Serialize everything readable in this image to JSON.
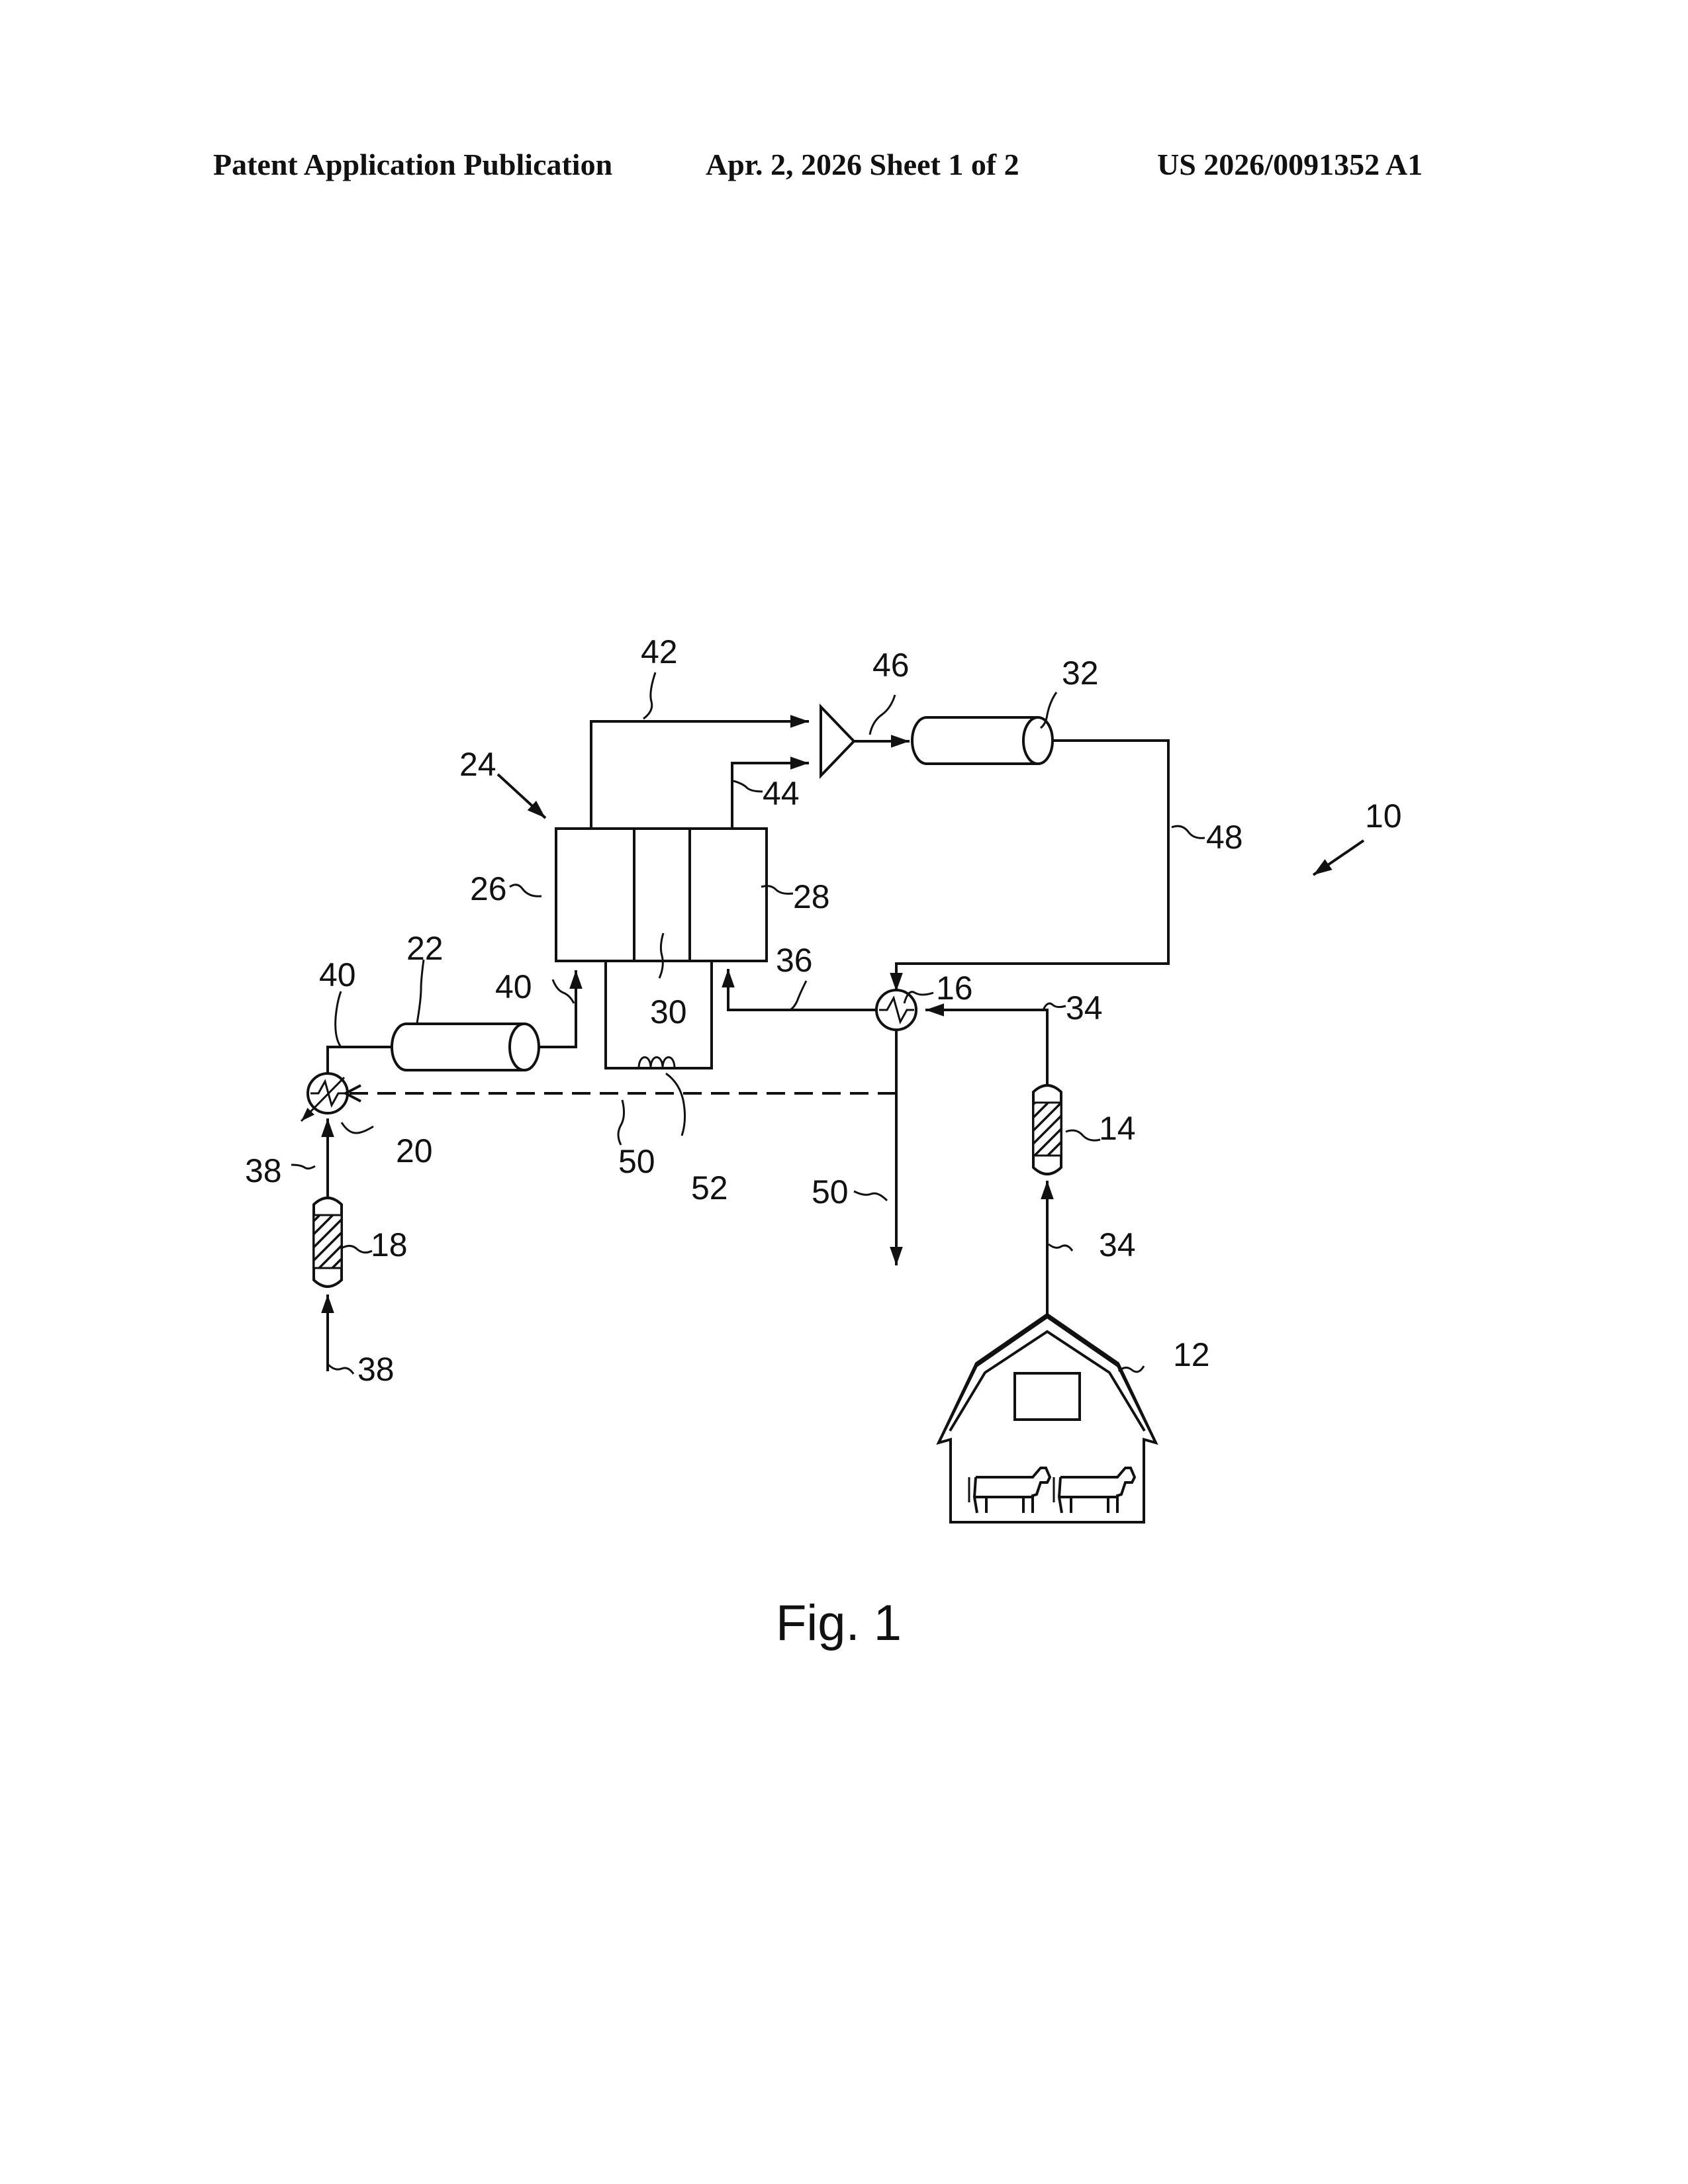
{
  "header": {
    "left": "Patent Application Publication",
    "center": "Apr. 2, 2026   Sheet 1 of 2",
    "right": "US 2026/0091352 A1"
  },
  "figure": {
    "caption": "Fig. 1",
    "labels": {
      "r10": "10",
      "r12": "12",
      "r14": "14",
      "r16": "16",
      "r18": "18",
      "r20": "20",
      "r22": "22",
      "r24": "24",
      "r26": "26",
      "r28": "28",
      "r30": "30",
      "r32": "32",
      "r34a": "34",
      "r34b": "34",
      "r36": "36",
      "r38a": "38",
      "r38b": "38",
      "r40a": "40",
      "r40b": "40",
      "r42": "42",
      "r44": "44",
      "r46": "46",
      "r48": "48",
      "r50a": "50",
      "r50b": "50",
      "r52": "52"
    }
  }
}
